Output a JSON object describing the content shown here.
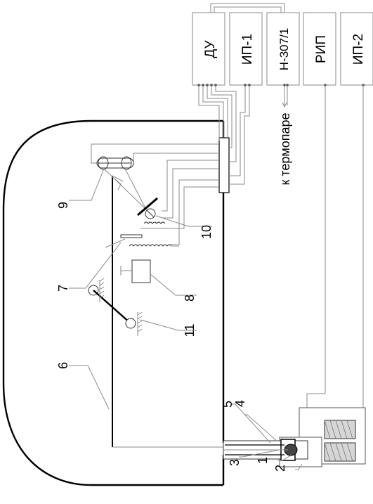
{
  "instrument_blocks": [
    "ДУ",
    "ИП-1",
    "Н-307/1",
    "РИП",
    "ИП-2"
  ],
  "thermocouple_label": "к термопаре",
  "callouts": [
    "1",
    "2",
    "3",
    "4",
    "5",
    "6",
    "7",
    "8",
    "9",
    "10",
    "11"
  ]
}
